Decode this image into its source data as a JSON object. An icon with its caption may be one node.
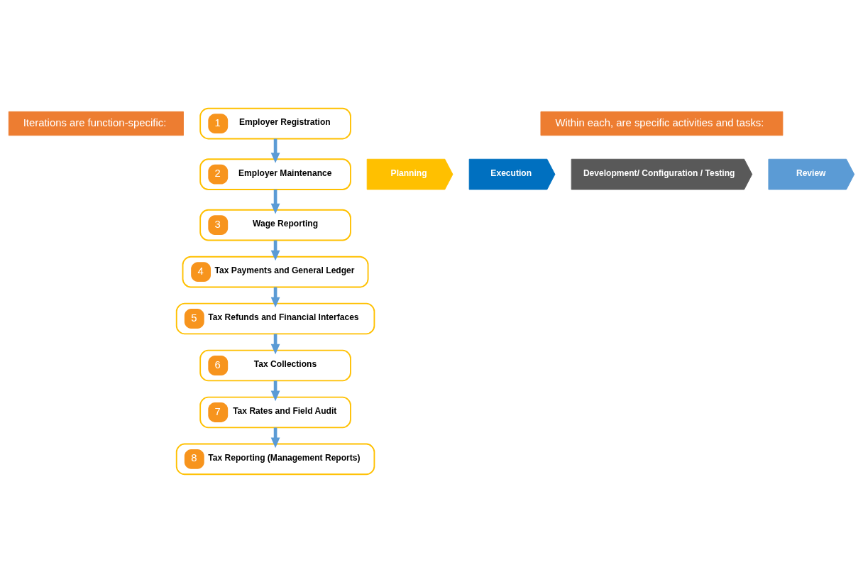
{
  "diagram": {
    "nodes": [
      {
        "text": [
          "Iterations are function-specific:"
        ]
      },
      {
        "text": [
          "1",
          "Employer Registration"
        ]
      },
      {
        "text": [
          "Within each, are specific activities and tasks:"
        ]
      },
      {
        "text": [
          "Planning"
        ]
      },
      {
        "text": [
          "Execution"
        ]
      },
      {
        "text": [
          "Development/ Configuration / Testing"
        ]
      },
      {
        "text": [
          "Review"
        ]
      },
      {
        "text": [
          "2",
          "Employer Maintenance"
        ]
      },
      {
        "text": [
          "3",
          "Wage Reporting"
        ]
      },
      {
        "text": [
          "4",
          "Tax Payments and General Ledger"
        ]
      },
      {
        "text": [
          "5",
          "Tax Refunds and Financial Interfaces"
        ]
      },
      {
        "text": [
          "6",
          "Tax Collections"
        ]
      },
      {
        "text": [
          "7",
          "Tax Rates and Field Audit"
        ]
      },
      {
        "text": [
          "8",
          "Tax Reporting (Management Reports)"
        ]
      }
    ],
    "edges": [
      {
        "from": 1,
        "to": 7,
        "arrow": "to"
      },
      {
        "from": 7,
        "to": 8,
        "arrow": "to"
      },
      {
        "from": 8,
        "to": 9,
        "arrow": "to"
      },
      {
        "from": 9,
        "to": 10,
        "arrow": "to"
      },
      {
        "from": 10,
        "to": 11,
        "arrow": "to"
      },
      {
        "from": 11,
        "to": 12,
        "arrow": "to"
      },
      {
        "from": 12,
        "to": 13,
        "arrow": "to"
      }
    ]
  }
}
